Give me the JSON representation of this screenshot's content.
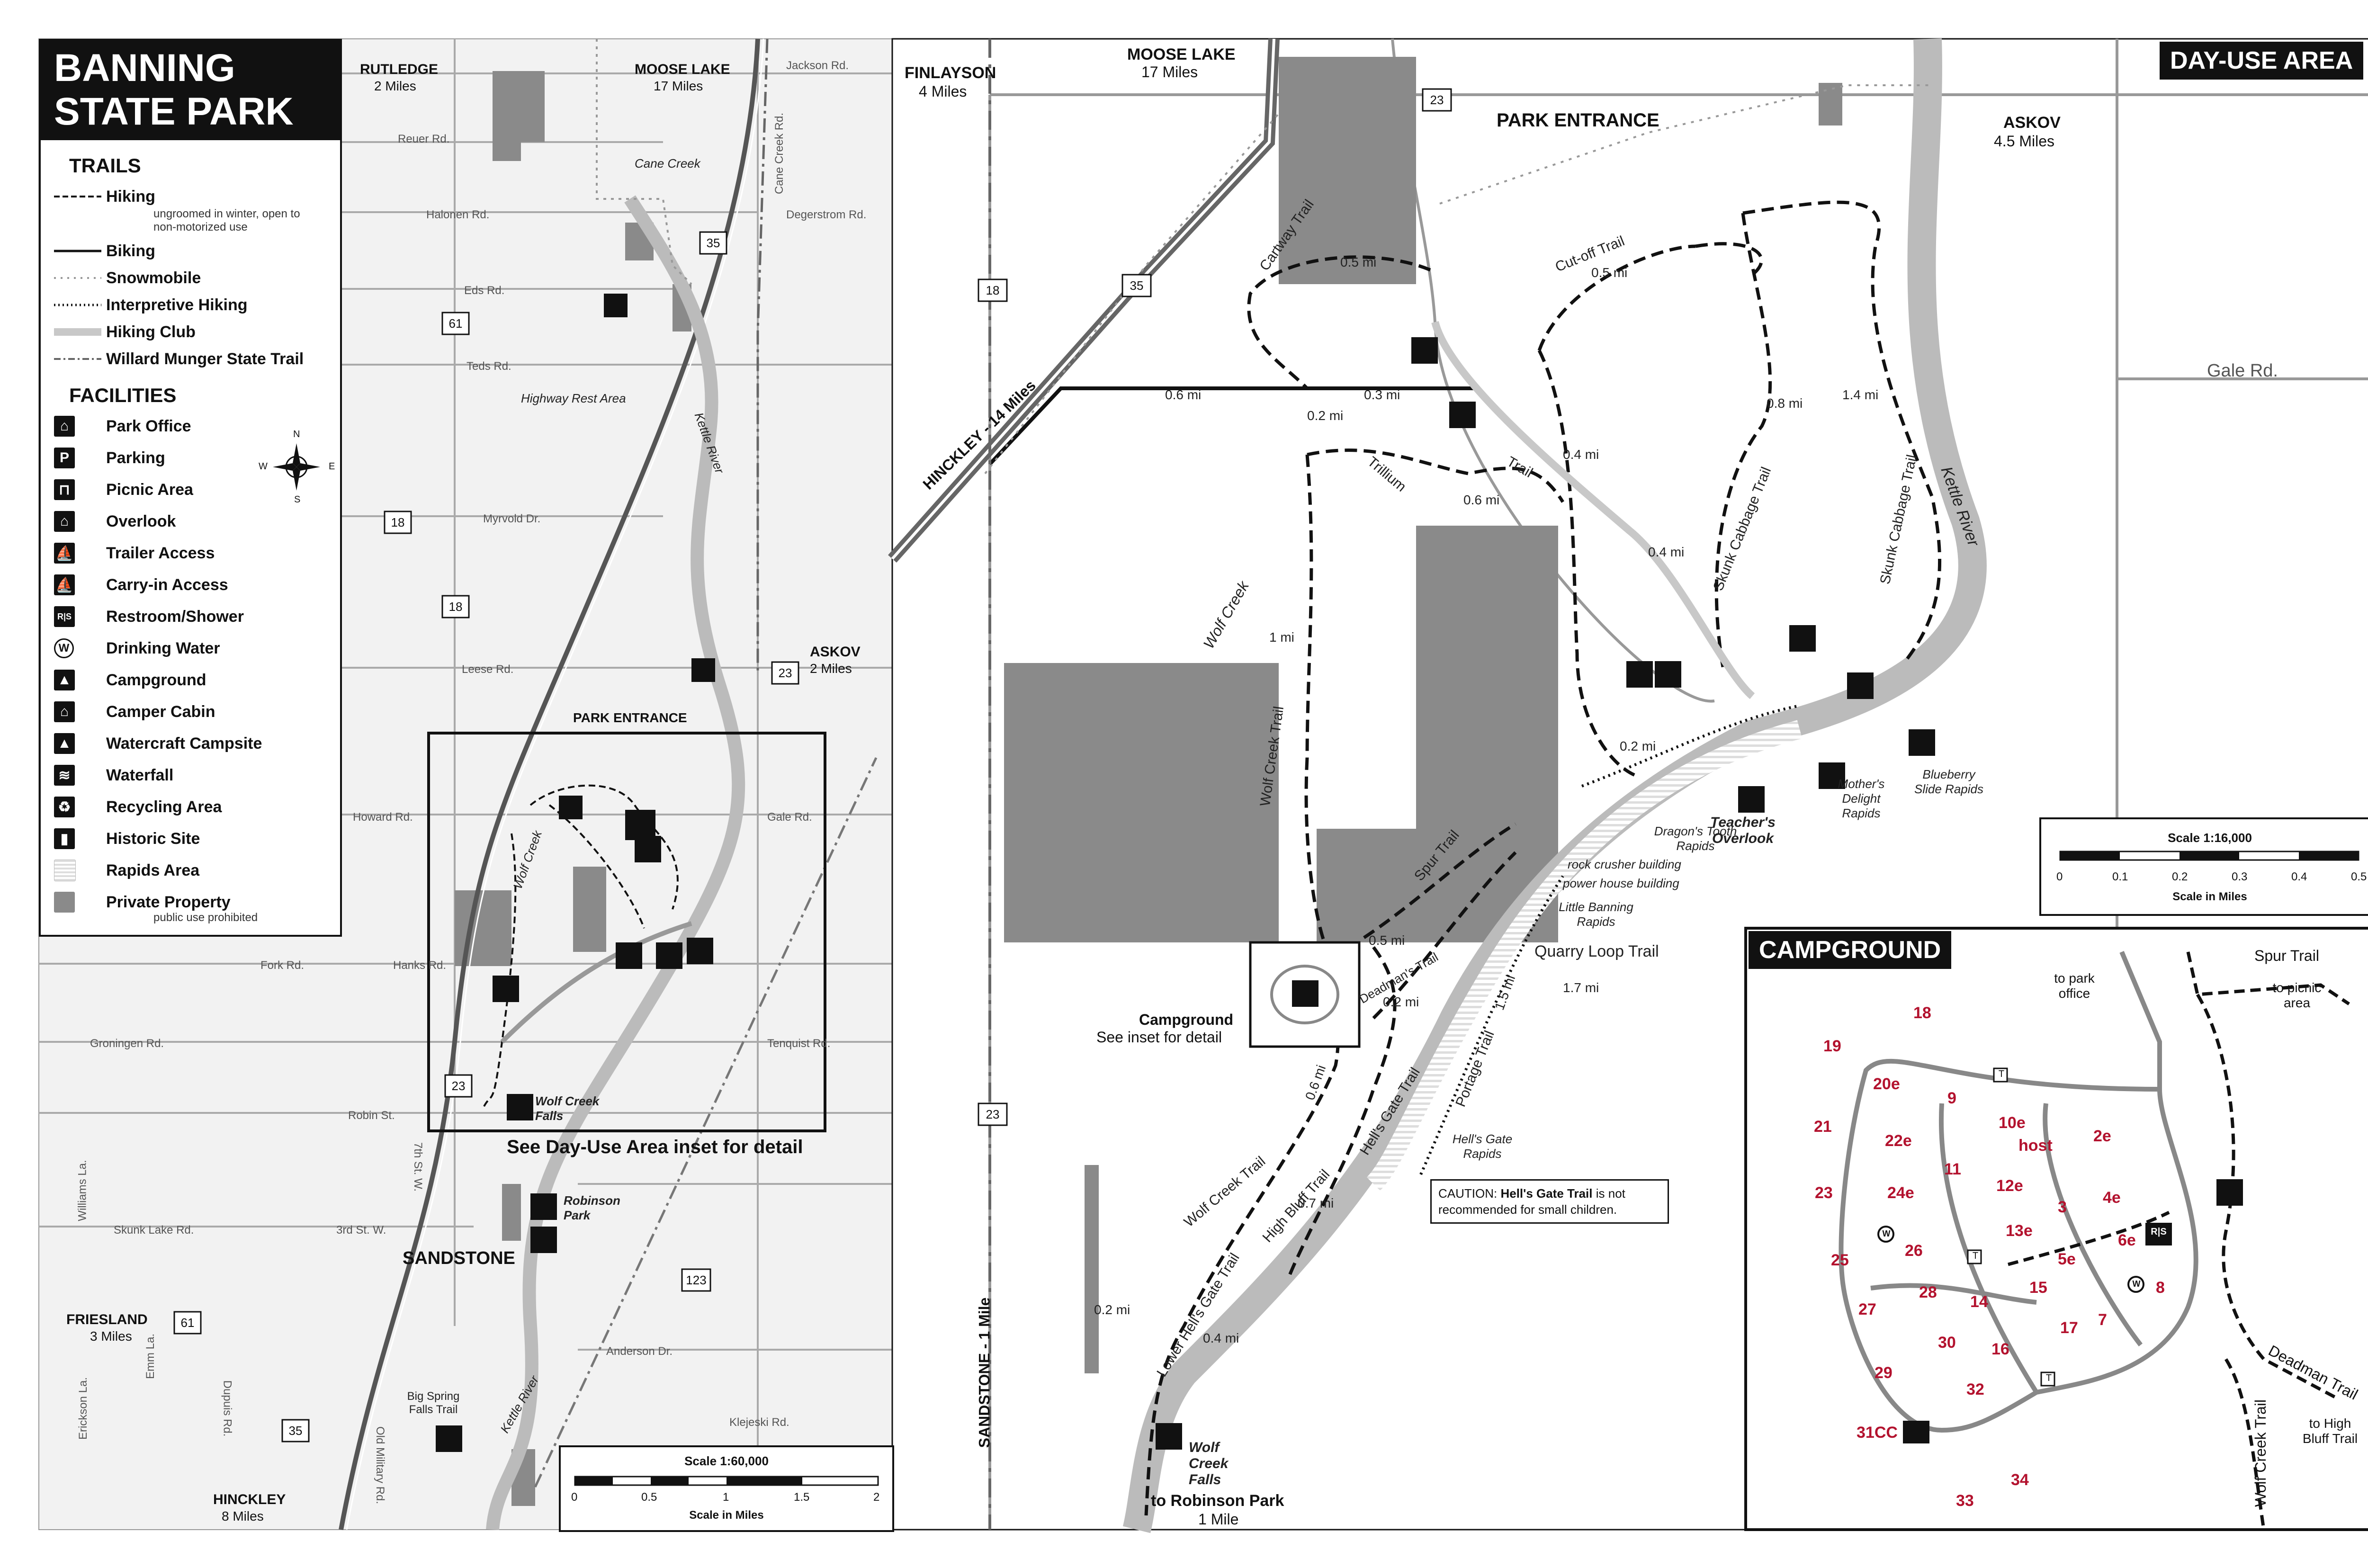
{
  "title": "BANNING STATE PARK",
  "legend": {
    "trails_heading": "TRAILS",
    "trails": [
      {
        "label": "Hiking",
        "sub": "ungroomed in winter, open to non-motorized use",
        "icon": "dashed-line"
      },
      {
        "label": "Biking",
        "icon": "solid-line"
      },
      {
        "label": "Snowmobile",
        "icon": "plus-line"
      },
      {
        "label": "Interpretive Hiking",
        "icon": "dotted-line"
      },
      {
        "label": "Hiking Club",
        "icon": "gray-band"
      },
      {
        "label": "Willard Munger State Trail",
        "icon": "dash-dot-line"
      }
    ],
    "facilities_heading": "FACILITIES",
    "facilities": [
      {
        "label": "Park Office",
        "icon": "park-office-icon"
      },
      {
        "label": "Parking",
        "icon": "parking-icon",
        "glyph": "P"
      },
      {
        "label": "Picnic Area",
        "icon": "picnic-icon",
        "glyph": "⊓"
      },
      {
        "label": "Overlook",
        "icon": "overlook-icon",
        "glyph": "⌂"
      },
      {
        "label": "Trailer Access",
        "icon": "trailer-access-icon",
        "glyph": "⛵"
      },
      {
        "label": "Carry-in Access",
        "icon": "carry-in-access-icon",
        "glyph": "⛵"
      },
      {
        "label": "Restroom/Shower",
        "icon": "restroom-shower-icon",
        "glyph": "R|S"
      },
      {
        "label": "Drinking Water",
        "icon": "drinking-water-icon",
        "glyph": "W"
      },
      {
        "label": "Campground",
        "icon": "campground-icon",
        "glyph": "▲"
      },
      {
        "label": "Camper Cabin",
        "icon": "camper-cabin-icon",
        "glyph": "⌂"
      },
      {
        "label": "Watercraft Campsite",
        "icon": "watercraft-campsite-icon",
        "glyph": "▲"
      },
      {
        "label": "Waterfall",
        "icon": "waterfall-icon",
        "glyph": "≋"
      },
      {
        "label": "Recycling Area",
        "icon": "recycling-icon",
        "glyph": "♻"
      },
      {
        "label": "Historic Site",
        "icon": "historic-site-icon",
        "glyph": "▮"
      },
      {
        "label": "Rapids Area",
        "icon": "rapids-icon",
        "glyph": ""
      },
      {
        "label": "Private Property",
        "sub": "public use prohibited",
        "icon": "private-property-icon",
        "glyph": ""
      }
    ],
    "compass": {
      "n": "N",
      "s": "S",
      "e": "E",
      "w": "W"
    }
  },
  "overview": {
    "towns": {
      "rutledge": "RUTLEDGE",
      "rutledge_dist": "2 Miles",
      "moose_lake": "MOOSE LAKE",
      "moose_lake_dist": "17 Miles",
      "askov": "ASKOV",
      "askov_dist": "2 Miles",
      "sandstone": "SANDSTONE",
      "friesland": "FRIESLAND",
      "friesland_dist": "3 Miles",
      "hinckley": "HINCKLEY",
      "hinckley_dist": "8 Miles"
    },
    "roads": [
      "Jackson Rd.",
      "Reuer Rd.",
      "Halonen Rd.",
      "Degerstrom Rd.",
      "Cane Creek Rd.",
      "Eds Rd.",
      "Teds Rd.",
      "Myrvold Dr.",
      "Leese Rd.",
      "Howard Rd.",
      "Hanks Rd.",
      "Fork Rd.",
      "Gale Rd.",
      "Groningen Rd.",
      "Tenquist Rd.",
      "Robin St.",
      "3rd St. W.",
      "Skunk Lake Rd.",
      "Williams La.",
      "7th St. W.",
      "Anderson Dr.",
      "Klejeski Rd.",
      "Old Military Rd.",
      "Erickson La.",
      "Dupuis Rd.",
      "Emm La."
    ],
    "route_numbers": [
      "35",
      "61",
      "18",
      "23",
      "23",
      "123",
      "61",
      "35"
    ],
    "labels": {
      "cane_creek": "Cane Creek",
      "highway_rest_area": "Highway Rest Area",
      "kettle_river": "Kettle River",
      "park_entrance": "PARK ENTRANCE",
      "wolf_creek": "Wolf Creek",
      "wolf_creek_falls": "Wolf Creek Falls",
      "robinson_park": "Robinson Park",
      "big_spring_falls_trail": "Big Spring Falls Trail",
      "kettle_river_south": "Kettle River",
      "see_inset": "See Day-Use Area inset for detail"
    },
    "scale": {
      "title": "Scale 1:60,000",
      "ticks": [
        "0",
        "0.5",
        "1",
        "1.5",
        "2"
      ],
      "units": "Scale in Miles"
    }
  },
  "day_use": {
    "tag": "DAY-USE AREA",
    "towns": {
      "finlayson": "FINLAYSON",
      "finlayson_dist": "4 Miles",
      "moose_lake": "MOOSE LAKE",
      "moose_lake_dist": "17 Miles",
      "askov": "ASKOV",
      "askov_dist": "4.5 Miles",
      "hinckley": "HINCKLEY - 14 Miles",
      "sandstone": "SANDSTONE - 1 Mile",
      "robinson_park": "to Robinson Park",
      "robinson_park_dist": "1 Mile"
    },
    "park_entrance": "PARK ENTRANCE",
    "route_numbers": [
      "23",
      "35",
      "18",
      "23"
    ],
    "road": "Gale Rd.",
    "trails": [
      "Cartway Trail",
      "Cut-off Trail",
      "Trillium",
      "Trail",
      "Skunk Cabbage Trail",
      "Skunk Cabbage Trail",
      "Wolf Creek Trail",
      "Spur Trail",
      "Deadman's Trail",
      "Quarry Loop Trail",
      "Hell's Gate Trail",
      "Portage Trail",
      "High Bluff Trail",
      "Wolf Creek Trail",
      "Lower Hell's Gate Trail"
    ],
    "distances": [
      "0.5 mi",
      "0.5 mi",
      "0.6 mi",
      "0.3 mi",
      "0.2 mi",
      "0.6 mi",
      "0.4 mi",
      "0.8 mi",
      "1.4 mi",
      "0.4 mi",
      "1 mi",
      "0.2 mi",
      "0.5 mi",
      "0.2 mi",
      "1.5 mi",
      "1.7 mi",
      "0.6 mi",
      "0.7 mi",
      "0.2 mi",
      "0.4 mi"
    ],
    "features": {
      "wolf_creek": "Wolf Creek",
      "kettle_river": "Kettle River",
      "dragons_tooth": "Dragon's Tooth Rapids",
      "mothers_delight": "Mother's Delight Rapids",
      "blueberry_slide": "Blueberry Slide Rapids",
      "teachers_overlook": "Teacher's Overlook",
      "rock_crusher": "rock crusher building",
      "power_house": "power house building",
      "little_banning": "Little Banning Rapids",
      "hells_gate_rapids": "Hell's Gate Rapids",
      "campground": "Campground",
      "see_inset": "See inset for detail",
      "wolf_creek_falls": "Wolf Creek Falls"
    },
    "caution": {
      "prefix": "CAUTION: ",
      "trail": "Hell's Gate Trail",
      "rest": " is not recommended for small children."
    },
    "scale": {
      "title": "Scale 1:16,000",
      "ticks": [
        "0",
        "0.1",
        "0.2",
        "0.3",
        "0.4",
        "0.5"
      ],
      "units": "Scale in Miles"
    }
  },
  "campground": {
    "tag": "CAMPGROUND",
    "labels": {
      "to_park_office": "to park office",
      "spur_trail": "Spur Trail",
      "to_picnic_area": "to picnic area",
      "deadman_trail": "Deadman Trail",
      "to_high_bluff": "to High Bluff Trail",
      "wolf_creek_trail": "Wolf Creek Trail"
    },
    "sites": [
      "18",
      "19",
      "20e",
      "9",
      "10e",
      "21",
      "22e",
      "host",
      "2e",
      "11",
      "23",
      "24e",
      "12e",
      "4e",
      "3",
      "13e",
      "25",
      "26",
      "6e",
      "5e",
      "15",
      "14",
      "8",
      "27",
      "28",
      "7",
      "30",
      "17",
      "16",
      "29",
      "32",
      "31CC",
      "33",
      "34"
    ],
    "toilet_glyph": "T",
    "water_glyph": "W",
    "rs_glyph": "R|S"
  },
  "colors": {
    "private_property": "#8a8a8a",
    "campsite_red": "#b3122e",
    "ink": "#111111"
  }
}
